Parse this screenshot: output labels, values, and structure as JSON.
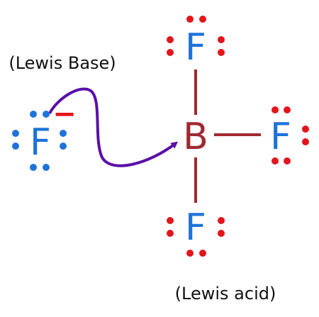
{
  "labels": {
    "base": "(Lewis Base)",
    "acid": "(Lewis acid)"
  },
  "atoms": {
    "fluoride": "F",
    "boron": "B",
    "fluorine_top": "F",
    "fluorine_right": "F",
    "fluorine_bottom": "F"
  },
  "charge": {
    "sign": "−"
  },
  "colors": {
    "fluoride": "#1e73d8",
    "fluorine_bf3": "#1e73d8",
    "lone_pair_bf3": "#e3151b",
    "boron": "#a12830",
    "bond": "#a12830",
    "charge": "#e3151b",
    "arrow": "#5a10a8",
    "label": "#111111"
  }
}
